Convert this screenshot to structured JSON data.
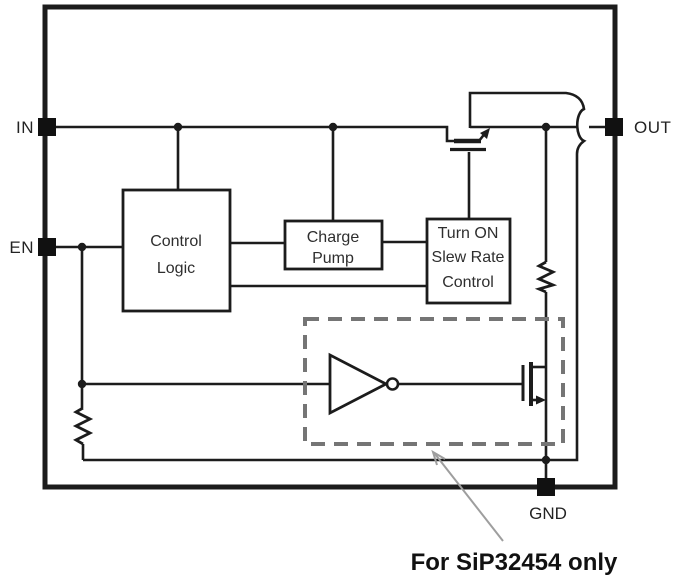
{
  "diagram": {
    "caption": "For SiP32454 only",
    "pins": {
      "in": {
        "label": "IN"
      },
      "en": {
        "label": "EN"
      },
      "out": {
        "label": "OUT"
      },
      "gnd": {
        "label": "GND"
      }
    },
    "blocks": {
      "control_logic": {
        "lines": [
          "Control",
          "Logic"
        ]
      },
      "charge_pump": {
        "lines": [
          "Charge",
          "Pump"
        ]
      },
      "turn_on_slew_rate": {
        "lines": [
          "Turn ON",
          "Slew Rate",
          "Control"
        ]
      }
    },
    "icons": {
      "pass_transistor": "pmos-pass-transistor",
      "inverter": "logic-inverter",
      "discharge_transistor": "nmos-discharge-transistor",
      "en_resistor": "pulldown-resistor",
      "out_resistor": "discharge-resistor"
    },
    "colors": {
      "wire": "#1c1c1c",
      "block_border": "#1c1c1c",
      "dashed_box": "#757575",
      "annotation_arrow": "#9e9e9e",
      "text": "#2e2e2e",
      "background": "#ffffff"
    }
  }
}
